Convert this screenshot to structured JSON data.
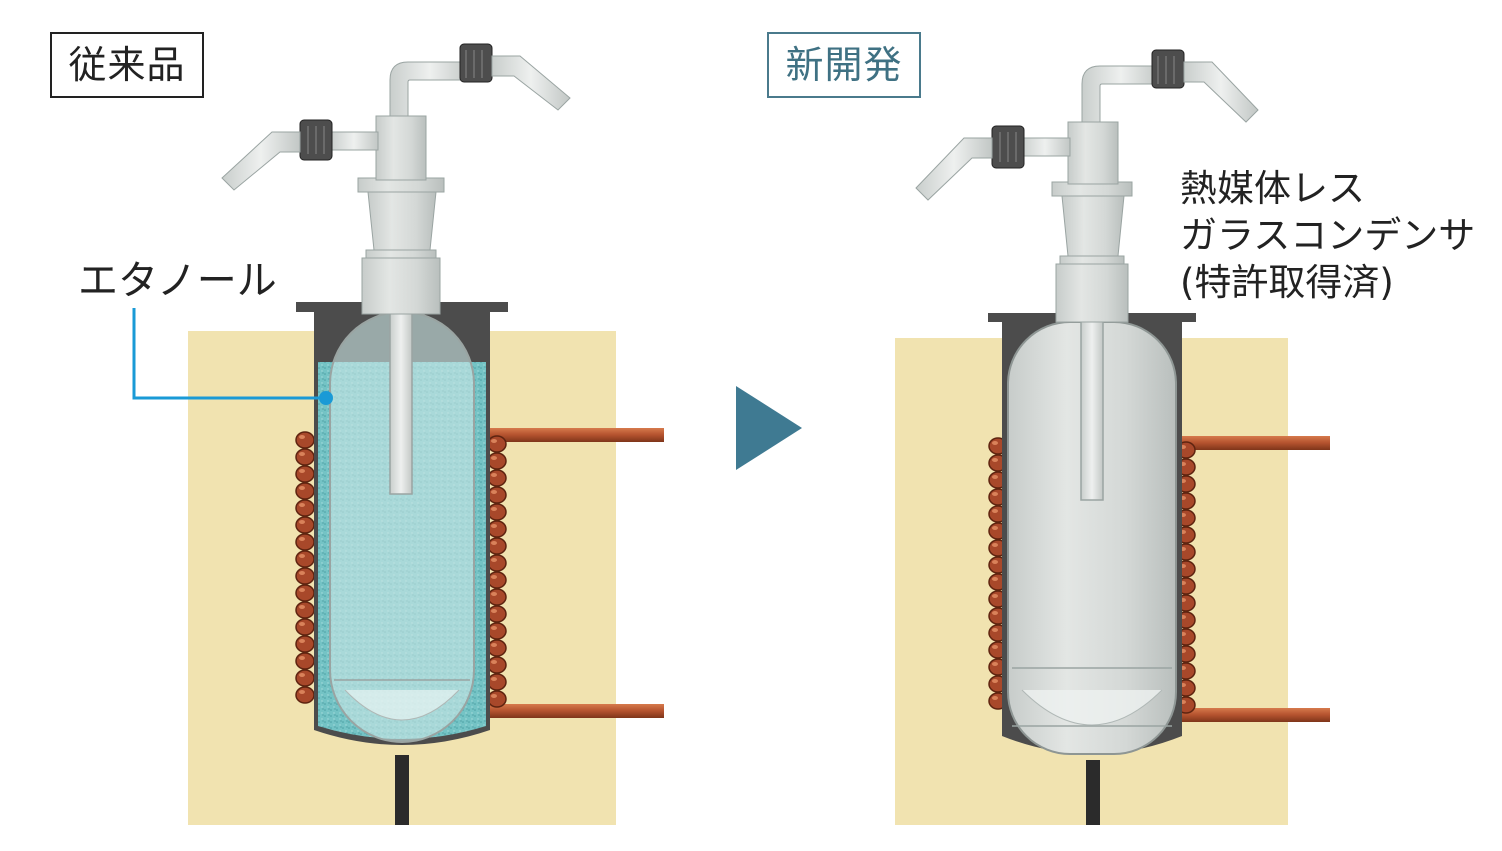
{
  "labels": {
    "conventional": "従来品",
    "new_development": "新開発",
    "ethanol": "エタノール",
    "condenser_line1": "熱媒体レス",
    "condenser_line2": "ガラスコンデンサ",
    "condenser_line3": "(特許取得済)"
  },
  "colors": {
    "accent_teal": "#3f7183",
    "arrow": "#3f7a92",
    "ethanol_fill": "#74c3c5",
    "leader_line": "#1a9ad6",
    "block": "#f1e3b0",
    "coil": "#a8482a",
    "glass": "#d6dbd9"
  }
}
